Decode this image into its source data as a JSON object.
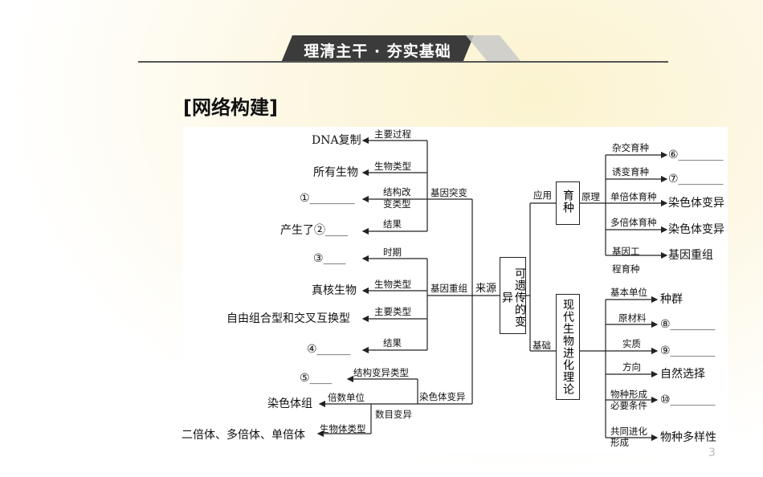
{
  "header": {
    "banner": "理清主干 · 夯实基础"
  },
  "section_title": "[网络构建]",
  "center": {
    "label": "可遗传的变异",
    "left_link": "来源"
  },
  "left": {
    "gene_mutation": {
      "label": "基因突变",
      "branches": [
        {
          "link": "主要过程",
          "target": "DNA复制"
        },
        {
          "link": "生物类型",
          "target": "所有生物"
        },
        {
          "link": "结构改变类型",
          "target": "①________"
        },
        {
          "link": "结果",
          "target": "产生了②____"
        }
      ]
    },
    "gene_recombination": {
      "label": "基因重组",
      "branches": [
        {
          "link": "时期",
          "target": "③____"
        },
        {
          "link": "生物类型",
          "target": "真核生物"
        },
        {
          "link": "主要类型",
          "target": "自由组合型和交叉互换型"
        },
        {
          "link": "结果",
          "target": "④______"
        }
      ]
    },
    "chromosome_variation": {
      "label": "染色体变异",
      "branches": [
        {
          "link": "结构变异类型",
          "target": "⑤____"
        },
        {
          "link": "数目变异",
          "sub": [
            {
              "link": "倍数单位",
              "target": "染色体组"
            },
            {
              "link": "生物体类型",
              "target": "二倍体、多倍体、单倍体"
            }
          ]
        }
      ]
    }
  },
  "right": {
    "application": {
      "link": "应用",
      "box": "育种",
      "principle_link": "原理",
      "items": [
        {
          "link": "杂交育种",
          "target": "⑥________"
        },
        {
          "link": "诱变育种",
          "target": "⑦________"
        },
        {
          "link": "单倍体育种",
          "target": "染色体变异"
        },
        {
          "link": "多倍体育种",
          "target": "染色体变异"
        },
        {
          "link": "基因工程育种",
          "target": "基因重组"
        }
      ]
    },
    "foundation": {
      "link": "基础",
      "box": "现代生物进化理论",
      "items": [
        {
          "link": "基本单位",
          "target": "种群"
        },
        {
          "link": "原材料",
          "target": "⑧________"
        },
        {
          "link": "实质",
          "target": "⑨________"
        },
        {
          "link": "方向",
          "target": "自然选择"
        },
        {
          "link": "物种形成必要条件",
          "target": "⑩________"
        },
        {
          "link": "共同进化形成",
          "target": "物种多样性"
        }
      ]
    }
  },
  "page_number": "3"
}
